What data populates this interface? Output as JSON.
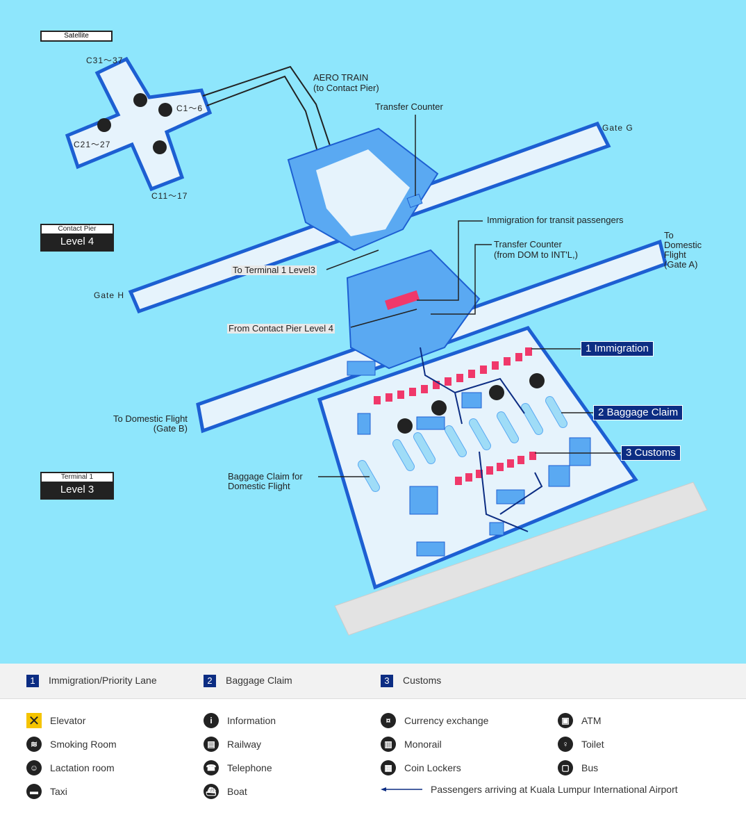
{
  "map": {
    "satellite_label": "Satellite",
    "contact_pier": {
      "name": "Contact Pier",
      "level": "Level 4"
    },
    "terminal1": {
      "name": "Terminal 1",
      "level": "Level 3"
    },
    "gates": {
      "c31": "C31～37",
      "c1": "C1～6",
      "c21": "C21～27",
      "c11": "C11～17",
      "gate_g": "Gate G",
      "gate_h": "Gate H"
    },
    "labels": {
      "aero_train": "AERO TRAIN",
      "aero_train_sub": "(to Contact Pier)",
      "transfer_counter": "Transfer Counter",
      "immigration_transit": "Immigration for transit passengers",
      "transfer_dom": "Transfer Counter",
      "transfer_dom_sub": "(from DOM to INT'L,)",
      "to_domestic_a": "To\nDomestic\nFlight\n(Gate A)",
      "to_terminal1": "To Terminal 1 Level3",
      "from_contact_pier": "From Contact Pier Level 4",
      "to_domestic_b": "To Domestic Flight\n(Gate B)",
      "baggage_domestic": "Baggage Claim for\nDomestic Flight"
    },
    "callouts": [
      "1 Immigration",
      "2 Baggage Claim",
      "3 Customs"
    ],
    "colors": {
      "water": "#8ee6fc",
      "floor": "#e6f3fc",
      "wall": "#1d5fd2",
      "block": "#5aa9f2",
      "counter": "#f0386a",
      "callout": "#0c2d83"
    }
  },
  "band": [
    {
      "num": "1",
      "label": "Immigration/Priority Lane"
    },
    {
      "num": "2",
      "label": "Baggage Claim"
    },
    {
      "num": "3",
      "label": "Customs"
    }
  ],
  "legend": [
    {
      "icon": "elevator-icon",
      "glyph": "✕",
      "label": "Elevator"
    },
    {
      "icon": "information-icon",
      "glyph": "i",
      "label": "Information"
    },
    {
      "icon": "currency-exchange-icon",
      "glyph": "¤",
      "label": "Currency exchange"
    },
    {
      "icon": "atm-icon",
      "glyph": "▣",
      "label": "ATM"
    },
    {
      "icon": "smoking-room-icon",
      "glyph": "≋",
      "label": "Smoking Room"
    },
    {
      "icon": "railway-icon",
      "glyph": "▤",
      "label": "Railway"
    },
    {
      "icon": "monorail-icon",
      "glyph": "▥",
      "label": "Monorail"
    },
    {
      "icon": "toilet-icon",
      "glyph": "♀",
      "label": "Toilet"
    },
    {
      "icon": "lactation-room-icon",
      "glyph": "☺",
      "label": "Lactation room"
    },
    {
      "icon": "telephone-icon",
      "glyph": "☎",
      "label": "Telephone"
    },
    {
      "icon": "coin-lockers-icon",
      "glyph": "▦",
      "label": "Coin Lockers"
    },
    {
      "icon": "bus-icon",
      "glyph": "▢",
      "label": "Bus"
    },
    {
      "icon": "taxi-icon",
      "glyph": "▬",
      "label": "Taxi"
    },
    {
      "icon": "boat-icon",
      "glyph": "⛴",
      "label": "Boat"
    },
    {
      "icon": "arrival-arrow-icon",
      "glyph": "",
      "label": "Passengers arriving at Kuala Lumpur International Airport"
    }
  ]
}
